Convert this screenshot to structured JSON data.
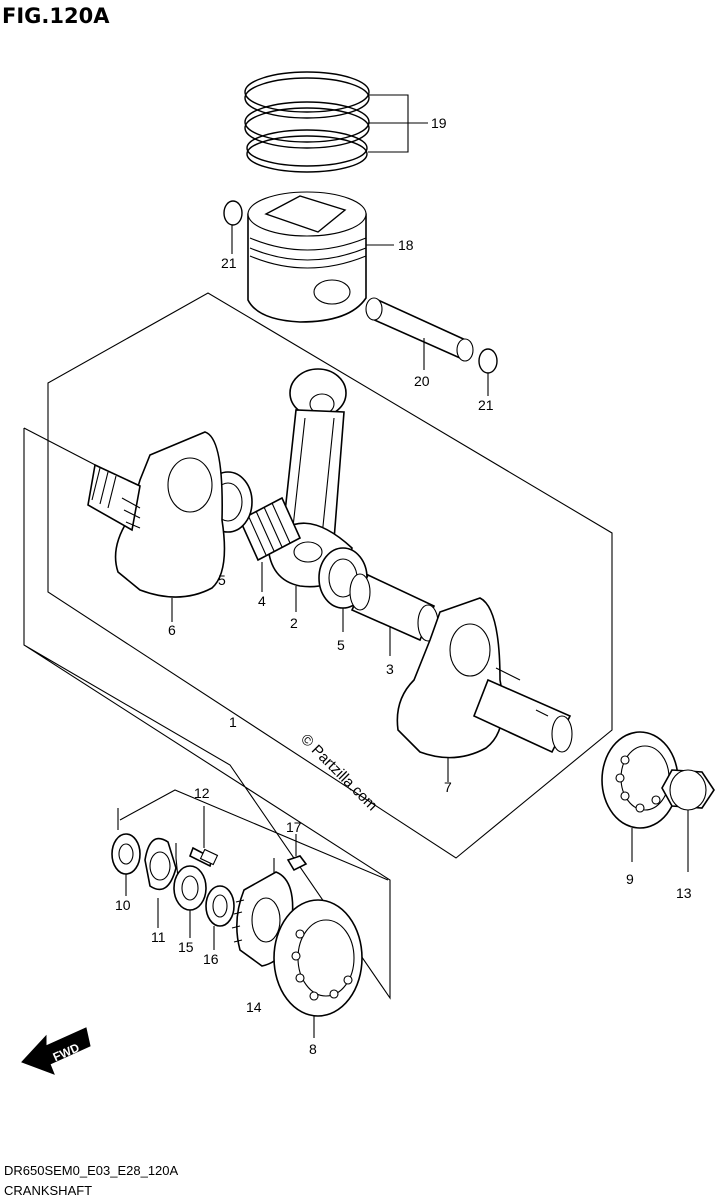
{
  "figure": {
    "title": "FIG.120A",
    "code": "DR650SEM0_E03_E28_120A",
    "name": "CRANKSHAFT",
    "watermark": "© Partzilla.com",
    "fwd_label": "FWD"
  },
  "callouts": {
    "c1": "1",
    "c2": "2",
    "c3": "3",
    "c4": "4",
    "c5a": "5",
    "c5b": "5",
    "c6": "6",
    "c7": "7",
    "c8": "8",
    "c9": "9",
    "c10": "10",
    "c11": "11",
    "c12": "12",
    "c13": "13",
    "c14": "14",
    "c15": "15",
    "c16": "16",
    "c17": "17",
    "c18": "18",
    "c19": "19",
    "c20": "20",
    "c21a": "21",
    "c21b": "21"
  }
}
